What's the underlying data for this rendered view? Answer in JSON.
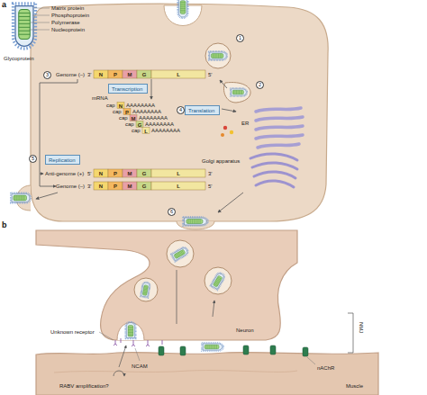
{
  "diagram": {
    "nodes": [
      {
        "text": [
          "Transcription"
        ]
      },
      {
        "text": [
          "Translation"
        ]
      },
      {
        "text": [
          "Replication"
        ]
      }
    ],
    "labels": [
      "a",
      "Matrix protein",
      "Phosphoprotein",
      "Polymerase",
      "Nucleoprotein",
      "Glycoprotein",
      "1",
      "2",
      "3",
      "4",
      "5",
      "6",
      "Genome (–)",
      "3'",
      "N",
      "P",
      "M",
      "G",
      "L",
      "5'",
      "mRNA",
      "cap",
      "N",
      "AAAAAAAA",
      "cap",
      "P",
      "AAAAAAAA",
      "cap",
      "M",
      "AAAAAAAA",
      "cap",
      "G",
      "AAAAAAAA",
      "cap",
      "L",
      "AAAAAAAA",
      "ER",
      "Golgi apparatus",
      "Anti-genome (+)",
      "5'",
      "N",
      "P",
      "M",
      "G",
      "L",
      "3'",
      "Genome (–)",
      "3'",
      "N",
      "P",
      "M",
      "G",
      "L",
      "5'",
      "b",
      "Neuron",
      "NMJ",
      "Unknown receptor",
      "NCAM",
      "nAChR",
      "Muscle",
      "RABV amplification?"
    ]
  }
}
